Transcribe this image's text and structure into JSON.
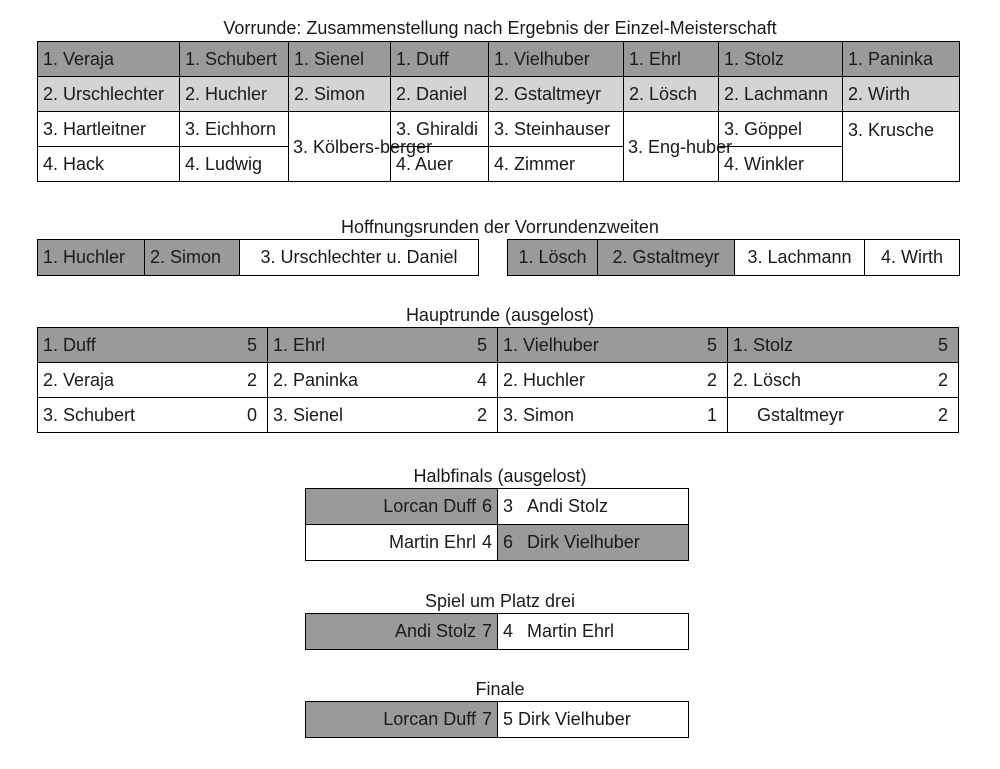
{
  "vorrunde": {
    "title": "Vorrunde: Zusammenstellung nach Ergebnis der Einzel-Meisterschaft",
    "row1": [
      "1. Veraja",
      "1. Schubert",
      "1. Sienel",
      "1. Duff",
      "1. Vielhuber",
      "1. Ehrl",
      "1. Stolz",
      "1. Paninka"
    ],
    "row2": [
      "2. Urschlechter",
      "2. Huchler",
      "2. Simon",
      "2. Daniel",
      "2. Gstaltmeyr",
      "2. Lösch",
      "2. Lachmann",
      "2. Wirth"
    ],
    "row3": [
      "3. Hartleitner",
      "3. Eichhorn",
      "3. Kölbers-berger",
      "3. Ghiraldi",
      "3. Steinhauser",
      "3. Eng-huber",
      "3. Göppel",
      "3. Krusche"
    ],
    "row4": [
      "4. Hack",
      "4. Ludwig",
      "4. Auer",
      "4. Zimmer",
      "4. Winkler"
    ]
  },
  "hoffnung": {
    "title": "Hoffnungsrunden der Vorrundenzweiten",
    "left": [
      "1. Huchler",
      "2. Simon",
      "3. Urschlechter u. Daniel"
    ],
    "right": [
      "1. Lösch",
      "2. Gstaltmeyr",
      "3. Lachmann",
      "4. Wirth"
    ]
  },
  "haupt": {
    "title": "Hauptrunde (ausgelost)",
    "groups": [
      {
        "rows": [
          {
            "name": "1. Duff",
            "score": "5"
          },
          {
            "name": "2. Veraja",
            "score": "2"
          },
          {
            "name": "3. Schubert",
            "score": "0"
          }
        ]
      },
      {
        "rows": [
          {
            "name": "1. Ehrl",
            "score": "5"
          },
          {
            "name": "2. Paninka",
            "score": "4"
          },
          {
            "name": "3. Sienel",
            "score": "2"
          }
        ]
      },
      {
        "rows": [
          {
            "name": "1. Vielhuber",
            "score": "5"
          },
          {
            "name": "2. Huchler",
            "score": "2"
          },
          {
            "name": "3. Simon",
            "score": "1"
          }
        ]
      },
      {
        "rows": [
          {
            "name": "1. Stolz",
            "score": "5"
          },
          {
            "name": "2. Lösch",
            "score": "2"
          },
          {
            "name": "Gstaltmeyr",
            "score": "2"
          }
        ]
      }
    ]
  },
  "halbfinals": {
    "title": "Halbfinals (ausgelost)",
    "matches": [
      {
        "left_name": "Lorcan Duff",
        "left_score": "6",
        "right_score": "3",
        "right_name": "Andi Stolz"
      },
      {
        "left_name": "Martin Ehrl",
        "left_score": "4",
        "right_score": "6",
        "right_name": "Dirk Vielhuber"
      }
    ]
  },
  "platz3": {
    "title": "Spiel um Platz drei",
    "left_name": "Andi Stolz",
    "left_score": "7",
    "right_score": "4",
    "right_name": "Martin Ehrl"
  },
  "finale": {
    "title": "Finale",
    "left_name": "Lorcan Duff",
    "left_score": "7",
    "right_text": "5 Dirk Vielhuber"
  },
  "colors": {
    "winner": "#9a9a9a",
    "second": "#d4d4d4",
    "border": "#000000"
  }
}
